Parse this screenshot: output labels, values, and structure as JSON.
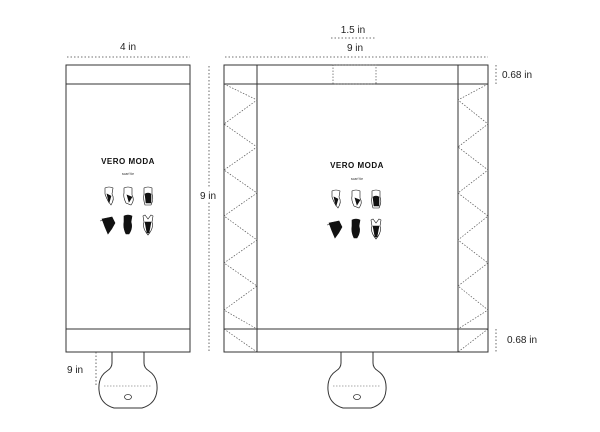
{
  "dimensions": {
    "left_width": "4 in",
    "fold_width": "1.5 in",
    "right_width": "9 in",
    "height": "9 in",
    "flap_top": "0.68 in",
    "flap_bottom": "0.68 in",
    "hang_tab": "9 in"
  },
  "panels": {
    "left": {
      "brand": "VERO MODA",
      "subtitle": "scarf tie"
    },
    "right": {
      "brand": "VERO MODA",
      "subtitle": "scarf tie"
    }
  },
  "colors": {
    "line": "#333333",
    "dotted": "#555555",
    "figure": "#111111"
  },
  "icons": [
    "scarf-figure-1",
    "scarf-figure-2",
    "scarf-figure-3",
    "scarf-figure-4",
    "scarf-figure-5",
    "scarf-figure-6"
  ]
}
